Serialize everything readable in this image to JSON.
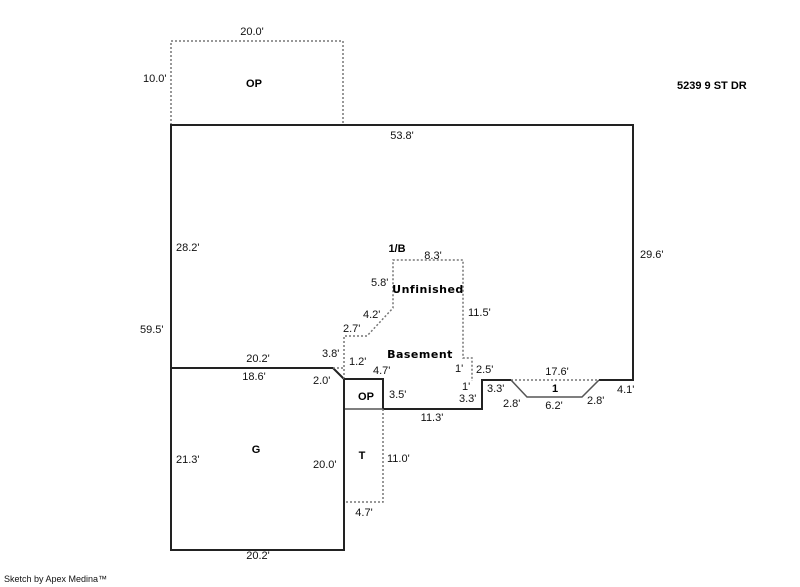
{
  "header": {
    "address": "5239 9 ST DR"
  },
  "footer": {
    "credit": "Sketch by Apex Medina™"
  },
  "areas": {
    "open_porch_top": {
      "label": "OP",
      "width": "20.0'",
      "depth": "10.0'"
    },
    "main_house": {
      "top": "53.8'",
      "right": "29.6'",
      "left_upper": "28.2'",
      "left_total": "59.5'"
    },
    "basement": {
      "label_top": "1/B",
      "label_mid": "Unfinished",
      "label_bottom": "Basement",
      "dims": [
        "8.3'",
        "5.8'",
        "4.2'",
        "2.7'",
        "11.5'",
        "3.8'",
        "1.2'",
        "1'",
        "2.5'",
        "1'"
      ]
    },
    "garage": {
      "label": "G",
      "top_outer": "20.2'",
      "top_inner": "18.6'",
      "corner": "2.0'",
      "left": "21.3'",
      "right": "20.0'",
      "bottom": "20.2'"
    },
    "open_porch_small": {
      "label": "OP",
      "width": "4.7'",
      "depth": "3.5'"
    },
    "terrace": {
      "label": "T",
      "depth": "11.0'",
      "width": "4.7'"
    },
    "bottom_run": {
      "length": "11.3'",
      "step": "3.3'"
    },
    "bay": {
      "label": "1",
      "top": "17.6'",
      "left_step": "3.3'",
      "left_diag": "2.8'",
      "bottom": "6.2'",
      "right_diag": "2.8'",
      "right": "4.1'"
    }
  },
  "colors": {
    "solid_line": "#222222",
    "dashed_line": "#777777",
    "text": "#111111"
  }
}
